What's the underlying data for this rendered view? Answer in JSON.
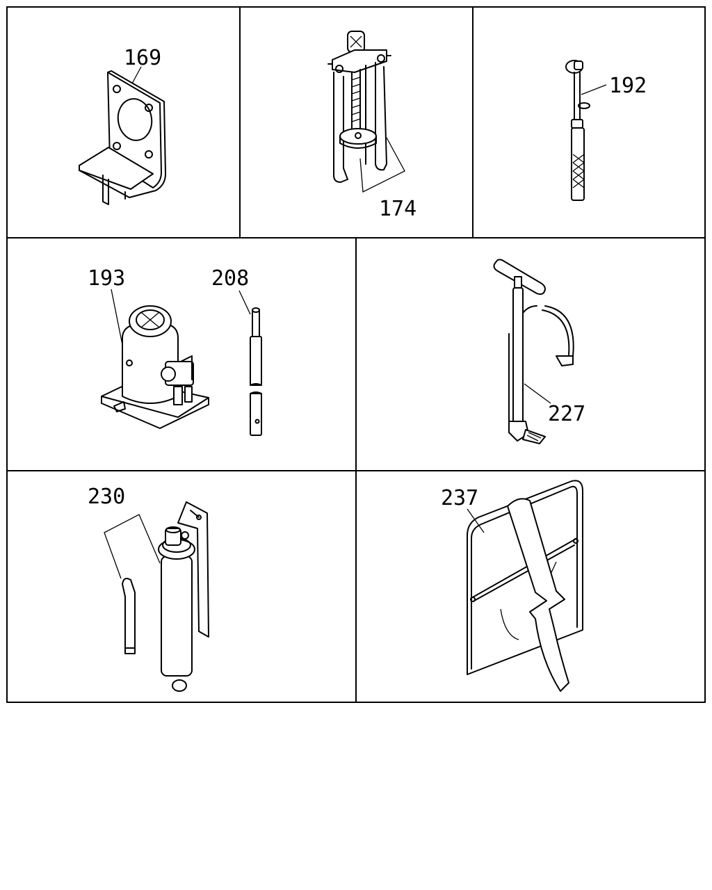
{
  "parts": [
    {
      "id": "169"
    },
    {
      "id": "174"
    },
    {
      "id": "192"
    },
    {
      "id": "193"
    },
    {
      "id": "208"
    },
    {
      "id": "227"
    },
    {
      "id": "230"
    },
    {
      "id": "237"
    }
  ]
}
